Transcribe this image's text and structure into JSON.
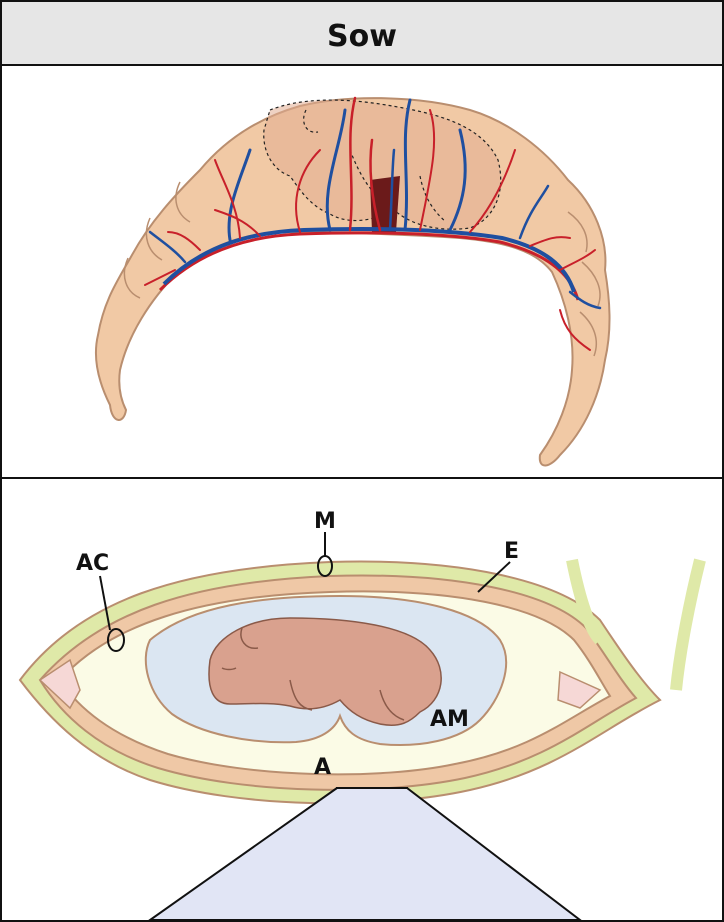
{
  "title": "Sow",
  "colors": {
    "header_bg": "#e6e6e6",
    "uterus": "#f1c9a5",
    "uterus_outline": "#b98e6f",
    "artery": "#c8202a",
    "vein": "#1f4fa0",
    "fetus": "#d9a18e",
    "fetus_outline": "#8a5a49",
    "chorion_green": "#dfe9a8",
    "endometrium": "#efc8a6",
    "amnion_fluid": "#dbe6f2",
    "allantois_fluid": "#fbfbe6",
    "necrotic_tip": "#f6d8d6",
    "inset": "#e1e5f5"
  },
  "labels": {
    "m": "M",
    "e": "E",
    "ac": "AC",
    "am": "AM",
    "a": "A"
  }
}
